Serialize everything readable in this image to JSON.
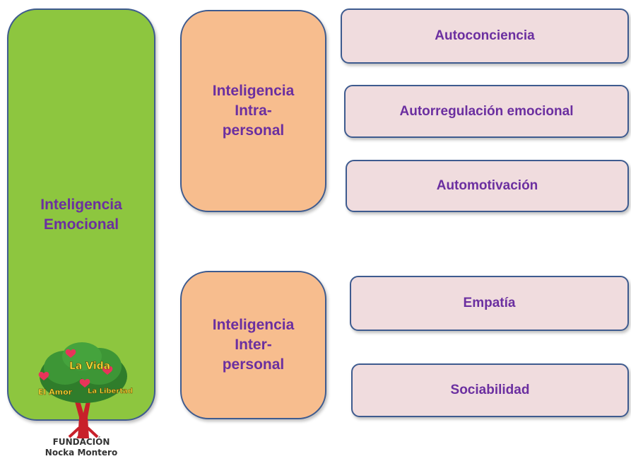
{
  "diagram": {
    "root": {
      "line1": "Inteligencia",
      "line2": "Emocional",
      "color": "#8dc63f"
    },
    "intrapersonal": {
      "line1": "Inteligencia",
      "line2": "Intra-",
      "line3": "personal",
      "color": "#f7bd8e",
      "items": [
        "Autoconciencia",
        "Autorregulación emocional",
        "Automotivación"
      ]
    },
    "interpersonal": {
      "line1": "Inteligencia",
      "line2": "Inter-",
      "line3": "personal",
      "color": "#f7bd8e",
      "items": [
        "Empatía",
        "Sociabilidad"
      ]
    },
    "item_color": "#f0dcde",
    "text_color": "#6b2fa0",
    "border_color": "#3e5b8f"
  },
  "logo": {
    "tree_words": [
      "La Vida",
      "El Amor",
      "La Libertad"
    ],
    "name_line1": "FUNDACIÓN",
    "name_line2": "Nocka Montero"
  }
}
